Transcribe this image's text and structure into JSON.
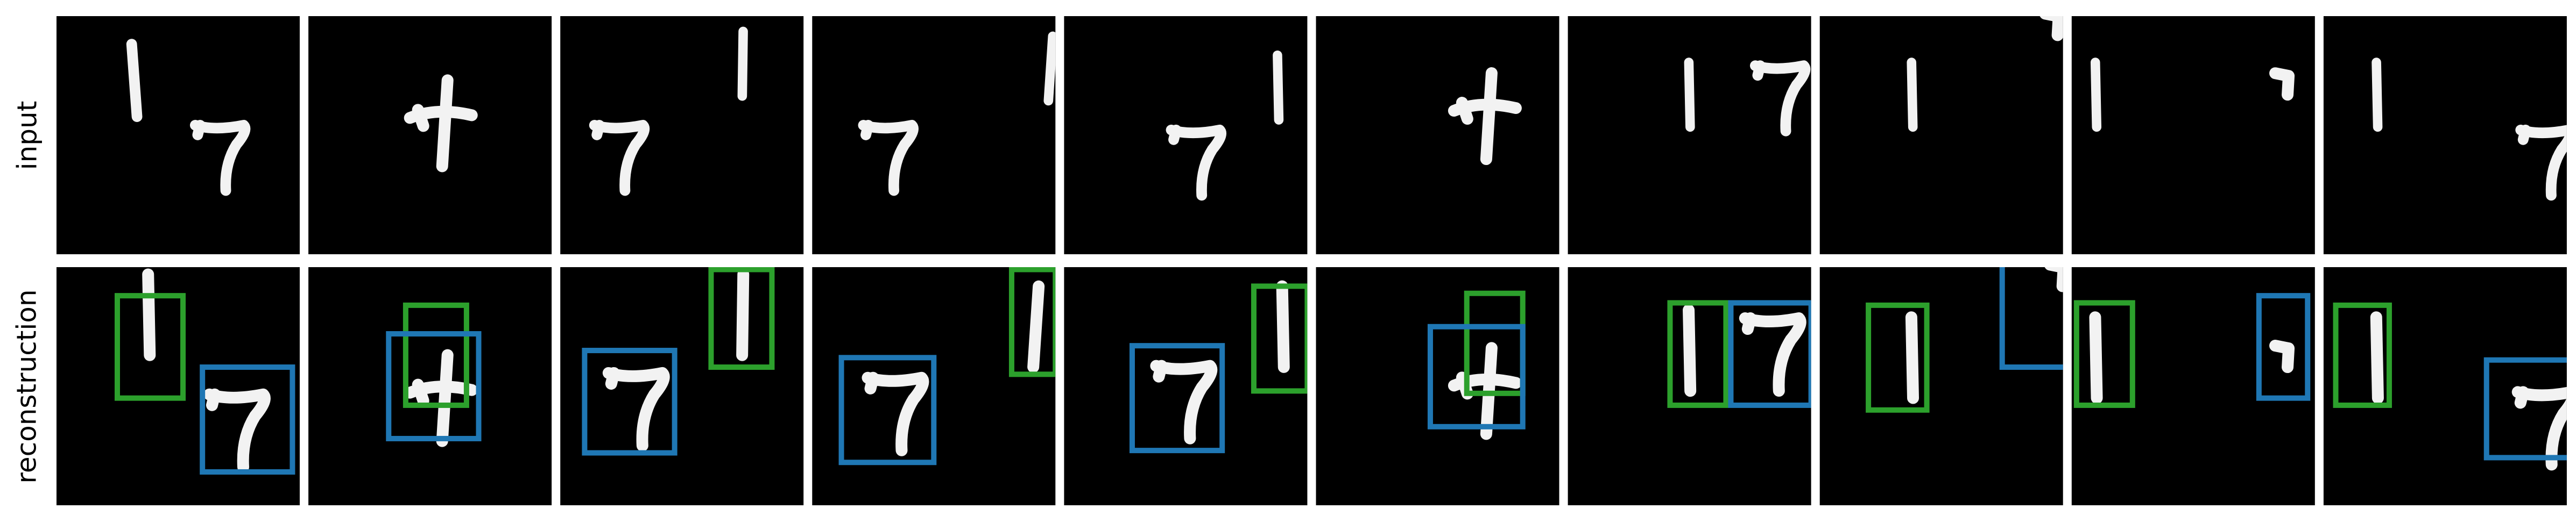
{
  "rows": {
    "input_label": "input",
    "reconstruction_label": "reconstruction"
  },
  "colors": {
    "background": "#000000",
    "glyph": "#f2f2f2",
    "box_first": "#2ca02c",
    "box_second": "#1f77b4"
  },
  "panels": [
    {
      "input": [
        [
          "one",
          0.32,
          0.27,
          0.9,
          -8
        ],
        [
          "seven",
          0.68,
          0.58,
          0.9,
          0
        ]
      ],
      "recon": [
        [
          "one",
          0.38,
          0.2,
          1,
          -5
        ],
        [
          "seven",
          0.75,
          0.67,
          1,
          0
        ]
      ],
      "boxes": {
        "first": [
          0.25,
          0.12,
          0.52,
          0.55
        ],
        "second": [
          0.6,
          0.42,
          0.97,
          0.86
        ]
      }
    },
    {
      "input": [
        [
          "plus",
          0.55,
          0.45,
          1,
          0
        ]
      ],
      "recon": [
        [
          "plus",
          0.55,
          0.55,
          1,
          0
        ]
      ],
      "boxes": {
        "first": [
          0.4,
          0.16,
          0.65,
          0.58
        ],
        "second": [
          0.33,
          0.28,
          0.7,
          0.72
        ]
      }
    },
    {
      "input": [
        [
          "one",
          0.75,
          0.2,
          0.8,
          -3
        ],
        [
          "seven",
          0.25,
          0.58,
          0.9,
          0
        ]
      ],
      "recon": [
        [
          "one",
          0.75,
          0.2,
          1,
          -3
        ],
        [
          "seven",
          0.32,
          0.58,
          1,
          0
        ]
      ],
      "boxes": {
        "first": [
          0.62,
          0.01,
          0.87,
          0.42
        ],
        "second": [
          0.1,
          0.35,
          0.47,
          0.78
        ]
      }
    },
    {
      "input": [
        [
          "one",
          0.98,
          0.22,
          0.8,
          0
        ],
        [
          "seven",
          0.32,
          0.58,
          0.9,
          0
        ]
      ],
      "recon": [
        [
          "one",
          0.92,
          0.25,
          1,
          0
        ],
        [
          "seven",
          0.35,
          0.6,
          1,
          0
        ]
      ],
      "boxes": {
        "first": [
          0.82,
          0.01,
          1.0,
          0.45
        ],
        "second": [
          0.12,
          0.38,
          0.5,
          0.82
        ]
      }
    },
    {
      "input": [
        [
          "one",
          0.88,
          0.3,
          0.8,
          -5
        ],
        [
          "seven",
          0.55,
          0.6,
          0.9,
          0
        ]
      ],
      "recon": [
        [
          "one",
          0.9,
          0.25,
          1,
          -5
        ],
        [
          "seven",
          0.5,
          0.55,
          1,
          0
        ]
      ],
      "boxes": {
        "first": [
          0.78,
          0.08,
          1.0,
          0.52
        ],
        "second": [
          0.28,
          0.33,
          0.65,
          0.77
        ]
      }
    },
    {
      "input": [
        [
          "plus",
          0.7,
          0.42,
          1,
          0
        ]
      ],
      "recon": [
        [
          "plus",
          0.7,
          0.52,
          1,
          0
        ]
      ],
      "boxes": {
        "first": [
          0.62,
          0.11,
          0.85,
          0.53
        ],
        "second": [
          0.47,
          0.25,
          0.85,
          0.67
        ]
      }
    },
    {
      "input": [
        [
          "one",
          0.5,
          0.33,
          0.8,
          -5
        ],
        [
          "seven",
          0.88,
          0.33,
          0.9,
          0
        ]
      ],
      "recon": [
        [
          "one",
          0.5,
          0.35,
          1,
          -5
        ],
        [
          "seven",
          0.85,
          0.35,
          1,
          0
        ]
      ],
      "boxes": {
        "first": [
          0.42,
          0.15,
          0.65,
          0.58
        ],
        "second": [
          0.67,
          0.15,
          1.0,
          0.58
        ]
      }
    },
    {
      "input": [
        [
          "one",
          0.38,
          0.33,
          0.8,
          -5
        ],
        [
          "tick",
          0.96,
          0.08,
          1,
          0
        ]
      ],
      "recon": [
        [
          "one",
          0.38,
          0.38,
          1,
          -5
        ],
        [
          "tick",
          0.98,
          0.08,
          1,
          0
        ]
      ],
      "boxes": {
        "first": [
          0.2,
          0.16,
          0.44,
          0.6
        ],
        "second": [
          0.75,
          -0.05,
          1.02,
          0.42
        ]
      }
    },
    {
      "input": [
        [
          "one",
          0.1,
          0.33,
          0.8,
          -5
        ],
        [
          "tick",
          0.87,
          0.33,
          1,
          0
        ]
      ],
      "recon": [
        [
          "one",
          0.1,
          0.38,
          1,
          -5
        ],
        [
          "tick",
          0.87,
          0.42,
          1,
          0
        ]
      ],
      "boxes": {
        "first": [
          0.02,
          0.15,
          0.25,
          0.58
        ],
        "second": [
          0.77,
          0.12,
          0.97,
          0.55
        ]
      }
    },
    {
      "input": [
        [
          "one",
          0.22,
          0.33,
          0.8,
          -5
        ],
        [
          "seven",
          0.92,
          0.6,
          0.9,
          0
        ]
      ],
      "recon": [
        [
          "one",
          0.22,
          0.38,
          1,
          -5
        ],
        [
          "seven",
          0.92,
          0.66,
          1,
          0
        ]
      ],
      "boxes": {
        "first": [
          0.05,
          0.16,
          0.27,
          0.58
        ],
        "second": [
          0.67,
          0.39,
          1.02,
          0.8
        ]
      }
    }
  ]
}
